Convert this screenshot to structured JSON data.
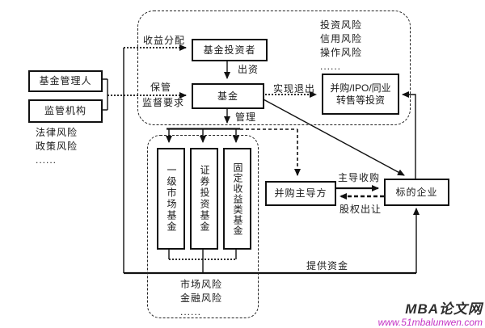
{
  "colors": {
    "ink": "#1a1a1a",
    "brand-color": "#2e2e2e",
    "url-color": "#c433c4"
  },
  "diagram": {
    "boxes": {
      "fund_manager": "基金管理人",
      "regulator": "监管机构",
      "fund_investors": "基金投资者",
      "fund": "基金",
      "ma_exit_line1": "并购/IPO/同业",
      "ma_exit_line2": "转售等投资",
      "primary_market_fund": "一级市场基金",
      "securities_fund": "证券投资基金",
      "fixed_income_fund": "固定收益类基金",
      "ma_leader": "并购主导方",
      "target_company": "标的企业"
    },
    "labels": {
      "income_distribution": "收益分配",
      "custody": "保管",
      "supervision_request": "监督要求",
      "contribution": "出资",
      "realize_exit": "实现退出",
      "management": "管理",
      "lead_acquisition": "主导收购",
      "equity_transfer": "股权出让",
      "provide_funds": "提供资金"
    },
    "risks": {
      "left": [
        "法律风险",
        "政策风险",
        "......"
      ],
      "top_right": [
        "投资风险",
        "信用风险",
        "操作风险",
        "......"
      ],
      "bottom": [
        "市场风险",
        "金融风险",
        "......"
      ]
    }
  },
  "watermark": {
    "site_name": "MBA论文网",
    "site_url": "www.51mbalunwen.com"
  }
}
